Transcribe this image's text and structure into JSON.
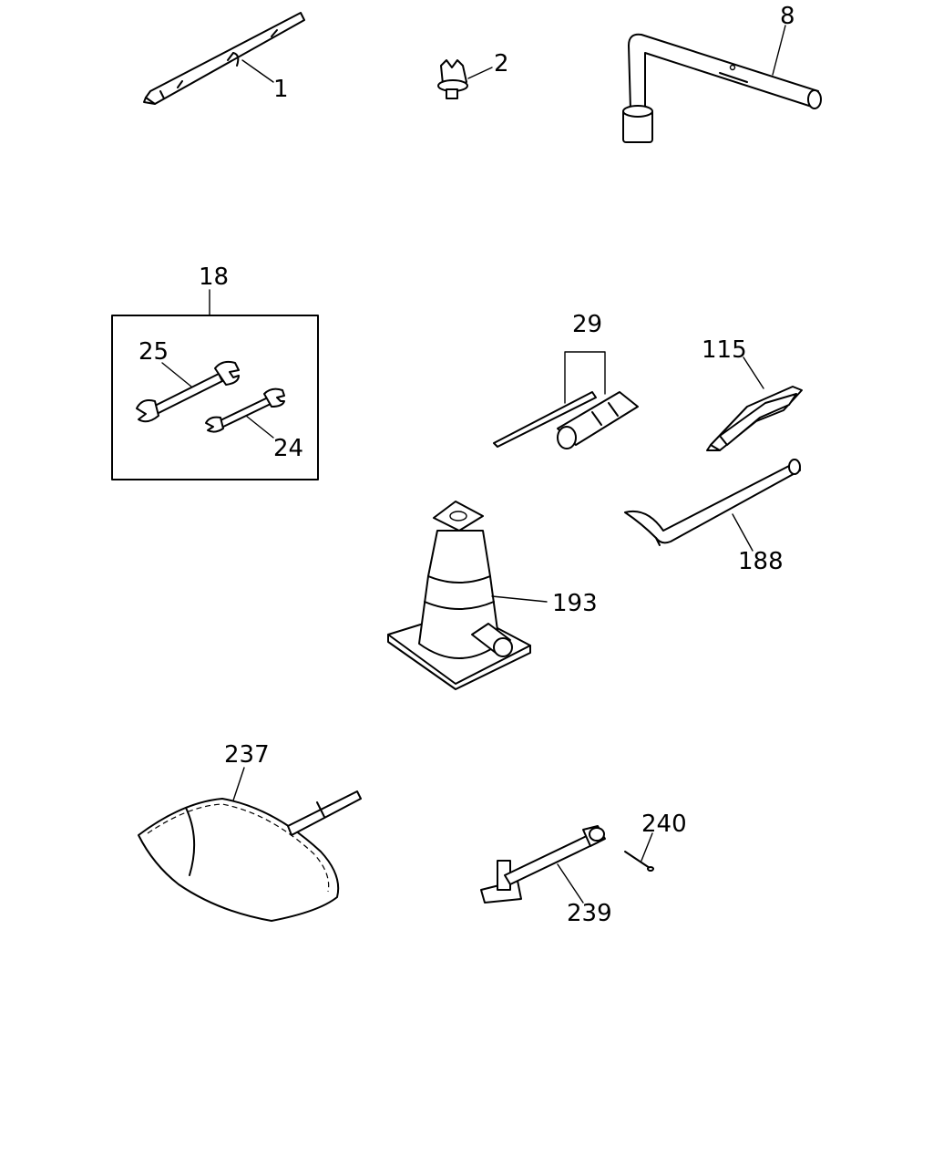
{
  "callouts": {
    "c1": "1",
    "c2": "2",
    "c8": "8",
    "c18": "18",
    "c25": "25",
    "c24": "24",
    "c29": "29",
    "c115": "115",
    "c188": "188",
    "c193": "193",
    "c237": "237",
    "c240": "240",
    "c239": "239"
  }
}
